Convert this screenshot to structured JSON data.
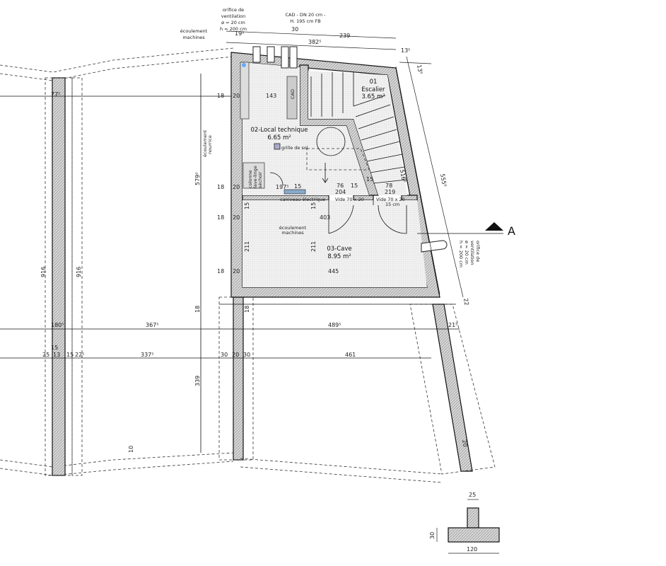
{
  "annotations": {
    "ventilation_top": [
      "orifice de",
      "ventilation",
      "ø = 20 cm",
      "h = 200 cm"
    ],
    "cad_top": [
      "CAD - DN 20 cm -",
      "H. 195 cm FB"
    ],
    "ecoulement_top": [
      "écoulement",
      "machines"
    ],
    "ecoulement_mid": [
      "écoulement",
      "machines"
    ],
    "ecoulement_nourrice": [
      "écoulement",
      "nourrice"
    ],
    "ventilation_right": [
      "orifice de",
      "ventilation",
      "ø = 20 cm",
      "h = 200 cm"
    ],
    "grille": "grille de sol",
    "colonne": [
      "colonne",
      "lave-linge",
      "séchoir"
    ],
    "cad_box": "CAD",
    "caniveau": "caniveau électrique",
    "vide_left": "Vide 70 x 20",
    "vide_right": "Vide 70 x 20",
    "small_15cm": "15 cm",
    "section_marker": "A"
  },
  "rooms": {
    "local_technique": {
      "name": "02-Local technique",
      "area": "6.65 m²"
    },
    "escalier": {
      "name": "01",
      "name2": "Escalier",
      "area": "3.65 m²"
    },
    "cave": {
      "name": "03-Cave",
      "area": "8.95 m²"
    }
  },
  "dimensions": {
    "top_30": "30",
    "top_19": "19⁵",
    "top_239": "239",
    "top_382": "382⁵",
    "top_13": "13⁵",
    "right_13": "13⁵",
    "right_555": "555⁰",
    "right_516": "516⁰",
    "right_22": "22",
    "right_21": "21⁵",
    "left_77": "77⁵",
    "row1_18": "18",
    "row1_20": "20",
    "row1_143": "143",
    "row2_18": "18",
    "row2_20": "20",
    "row2_197": "197⁵",
    "row2_15a": "15",
    "row2_76": "76",
    "row2_15b": "15",
    "row2_78": "78",
    "row2_204": "204",
    "row2_219": "219",
    "row2_15c": "15",
    "row3_18": "18",
    "row3_20": "20",
    "row3_403": "403",
    "row4_18": "18",
    "row4_20": "20",
    "row4_445": "445",
    "v_579": "579⁰",
    "v_916a": "916",
    "v_916b": "916",
    "v_211a": "211",
    "v_211b": "211",
    "v_15": "15",
    "v_15b": "15",
    "v_18": "18",
    "v_18b": "18",
    "v_339": "339",
    "h1_180": "180⁵",
    "h1_367": "367⁵",
    "h1_489": "489⁵",
    "h2_25": "25",
    "h2_13": "13",
    "h2_15": "15",
    "h2_22": "22⁵",
    "h2_337": "337⁵",
    "h2_30a": "30",
    "h2_20": "20",
    "h2_30b": "30",
    "h2_461": "461",
    "h2_15b": "15",
    "bottom_20": "20",
    "bottom_10": "10",
    "detail_25": "25",
    "detail_30": "30",
    "detail_120": "120"
  }
}
